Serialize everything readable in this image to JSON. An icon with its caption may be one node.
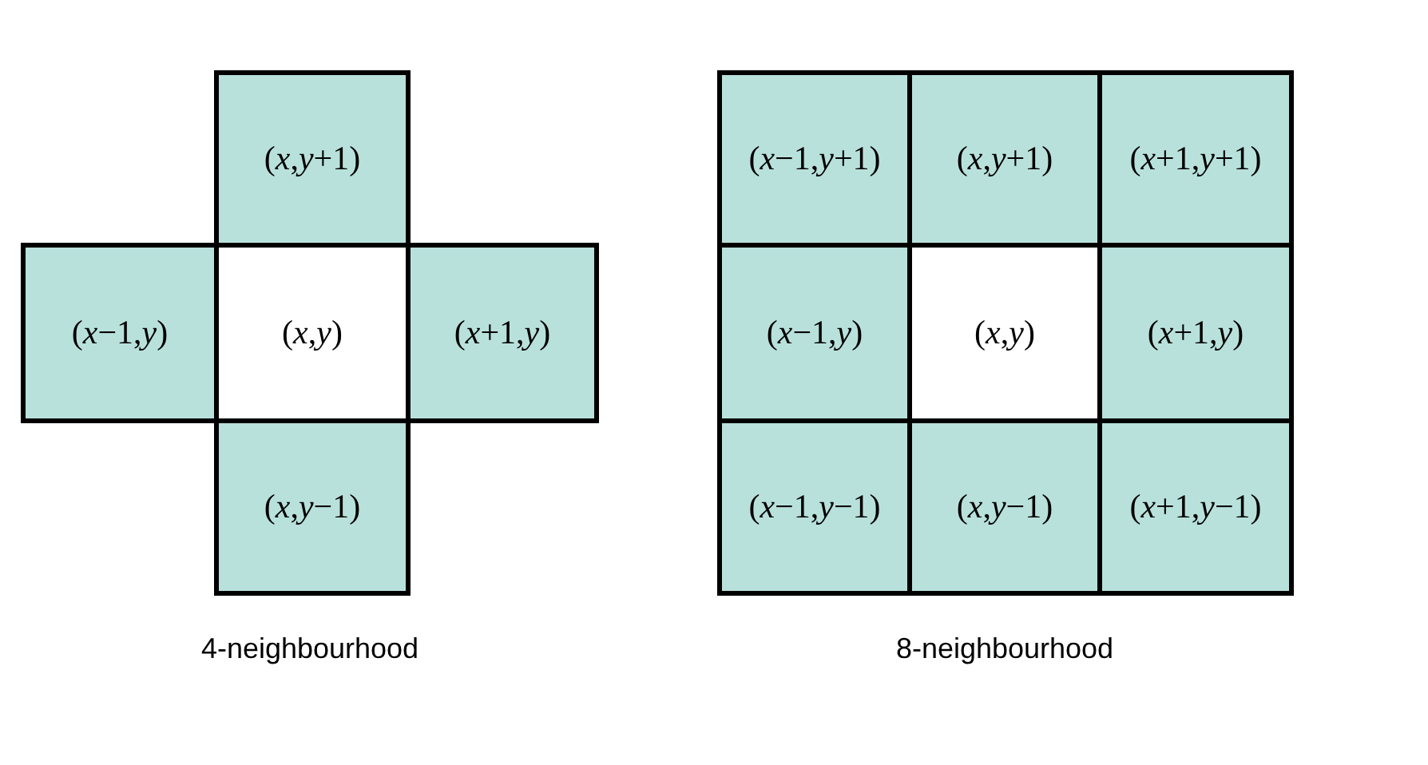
{
  "diagram": {
    "nodes": [
      {
        "text": [
          "(*x*,*y*+1)"
        ]
      },
      {
        "text": [
          "(*x*−1,*y*)"
        ]
      },
      {
        "text": [
          "(*x*,*y*)"
        ]
      },
      {
        "text": [
          "(*x*+1,*y*)"
        ]
      },
      {
        "text": [
          "(*x*,*y*−1)"
        ]
      },
      {
        "text": [
          "(*x*−1,*y*+1)"
        ]
      },
      {
        "text": [
          "(*x*,*y*+1)"
        ]
      },
      {
        "text": [
          "(*x*+1,*y*+1)"
        ]
      },
      {
        "text": [
          "(*x*−1,*y*)"
        ]
      },
      {
        "text": [
          "(*x*,*y*)"
        ]
      },
      {
        "text": [
          "(*x*+1,*y*)"
        ]
      },
      {
        "text": [
          "(*x*−1,*y*−1)"
        ]
      },
      {
        "text": [
          "(*x*,*y*−1)"
        ]
      },
      {
        "text": [
          "(*x*+1,*y*−1)"
        ]
      }
    ],
    "labels": [
      "4-neighbourhood",
      "8-neighbourhood"
    ]
  }
}
